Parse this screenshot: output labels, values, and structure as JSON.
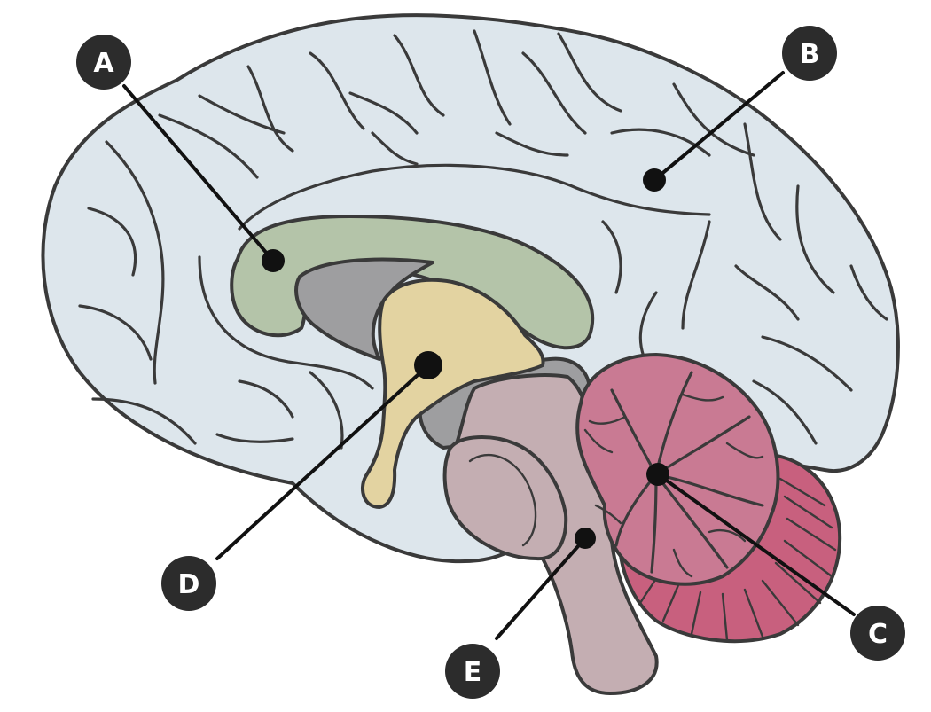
{
  "colors": {
    "cerebrum": "#dde6ec",
    "corpus_callosum": "#b4c4a9",
    "ventricle": "#9e9ea0",
    "thalamus": "#e3d3a1",
    "brainstem": "#c4aeb2",
    "cerebellum": "#c97a93",
    "cerebellum_outer": "#c8607e",
    "outline": "#3a3a3a",
    "marker": "#111111",
    "badge_fill": "#2c2c2c",
    "badge_text": "#ffffff"
  },
  "labels": [
    {
      "id": "A",
      "text": "A",
      "icon": "label-badge"
    },
    {
      "id": "B",
      "text": "B",
      "icon": "label-badge"
    },
    {
      "id": "C",
      "text": "C",
      "icon": "label-badge"
    },
    {
      "id": "D",
      "text": "D",
      "icon": "label-badge"
    },
    {
      "id": "E",
      "text": "E",
      "icon": "label-badge"
    }
  ]
}
